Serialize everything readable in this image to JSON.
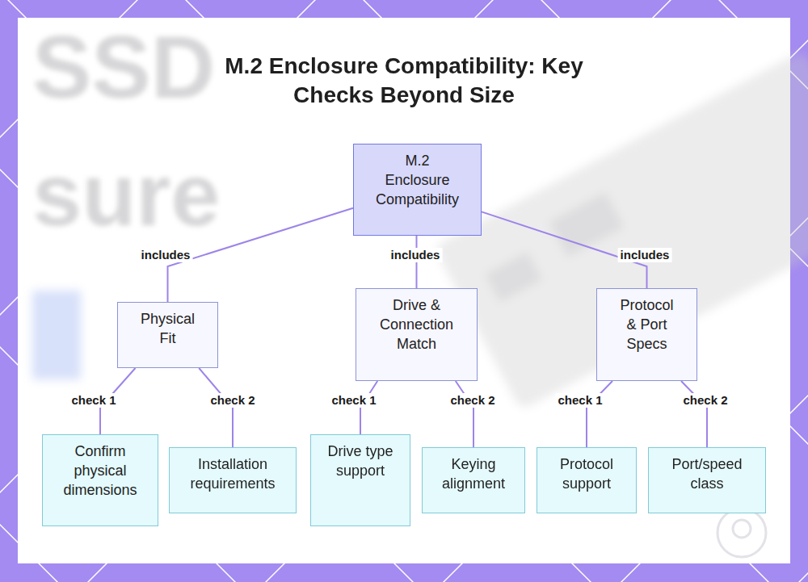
{
  "diagram": {
    "title": "M.2 Enclosure Compatibility: Key Checks Beyond Size",
    "nodes": [
      {
        "text": [
          "M.2 Enclosure Compatibility"
        ]
      },
      {
        "text": [
          "Physical Fit"
        ]
      },
      {
        "text": [
          "Drive & Connection Match"
        ]
      },
      {
        "text": [
          "Protocol & Port Specs"
        ]
      },
      {
        "text": [
          "Confirm physical dimensions"
        ]
      },
      {
        "text": [
          "Installation requirements"
        ]
      },
      {
        "text": [
          "Drive type support"
        ]
      },
      {
        "text": [
          "Keying alignment"
        ]
      },
      {
        "text": [
          "Protocol support"
        ]
      },
      {
        "text": [
          "Port/speed class"
        ]
      }
    ],
    "edges": [
      {
        "from": 0,
        "to": 1,
        "label": "includes",
        "arrow": "none"
      },
      {
        "from": 0,
        "to": 2,
        "label": "includes",
        "arrow": "none"
      },
      {
        "from": 0,
        "to": 3,
        "label": "includes",
        "arrow": "none"
      },
      {
        "from": 1,
        "to": 4,
        "label": "check 1",
        "arrow": "none"
      },
      {
        "from": 1,
        "to": 5,
        "label": "check 2",
        "arrow": "none"
      },
      {
        "from": 2,
        "to": 6,
        "label": "check 1",
        "arrow": "none"
      },
      {
        "from": 2,
        "to": 7,
        "label": "check 2",
        "arrow": "none"
      },
      {
        "from": 3,
        "to": 8,
        "label": "check 1",
        "arrow": "none"
      },
      {
        "from": 3,
        "to": 9,
        "label": "check 2",
        "arrow": "none"
      }
    ],
    "labels": [
      "SSD",
      "sure"
    ]
  }
}
